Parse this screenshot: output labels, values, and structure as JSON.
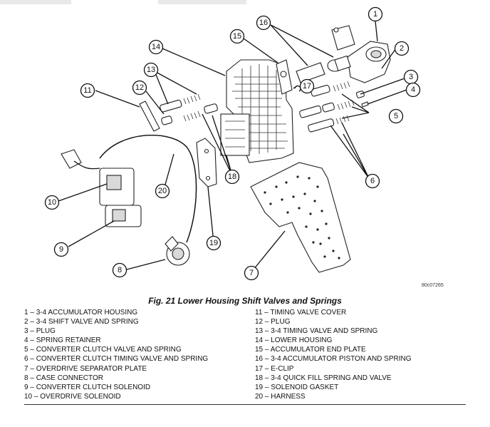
{
  "figure": {
    "caption": "Fig. 21 Lower Housing Shift Valves and Springs",
    "code": "80c07265"
  },
  "callouts": [
    "1",
    "2",
    "3",
    "4",
    "5",
    "6",
    "7",
    "8",
    "9",
    "10",
    "11",
    "12",
    "13",
    "14",
    "15",
    "16",
    "17",
    "18",
    "19",
    "20"
  ],
  "legend": {
    "left": [
      {
        "num": "1",
        "dash": "–",
        "text": "3-4 ACCUMULATOR HOUSING"
      },
      {
        "num": "2",
        "dash": "–",
        "text": "3-4 SHIFT VALVE AND SPRING"
      },
      {
        "num": "3",
        "dash": "–",
        "text": "PLUG"
      },
      {
        "num": "4",
        "dash": "–",
        "text": "SPRING RETAINER"
      },
      {
        "num": "5",
        "dash": "–",
        "text": "CONVERTER CLUTCH VALVE AND SPRING"
      },
      {
        "num": "6",
        "dash": "–",
        "text": "CONVERTER CLUTCH TIMING VALVE AND SPRING"
      },
      {
        "num": "7",
        "dash": "–",
        "text": "OVERDRIVE SEPARATOR PLATE"
      },
      {
        "num": "8",
        "dash": "–",
        "text": "CASE CONNECTOR"
      },
      {
        "num": "9",
        "dash": "–",
        "text": "CONVERTER CLUTCH SOLENOID"
      },
      {
        "num": "10",
        "dash": "–",
        "text": "OVERDRIVE SOLENOID"
      }
    ],
    "right": [
      {
        "num": "11",
        "dash": "–",
        "text": "TIMING VALVE COVER"
      },
      {
        "num": "12",
        "dash": "–",
        "text": "PLUG"
      },
      {
        "num": "13",
        "dash": "–",
        "text": "3-4 TIMING VALVE AND SPRING"
      },
      {
        "num": "14",
        "dash": "–",
        "text": "LOWER HOUSING"
      },
      {
        "num": "15",
        "dash": "–",
        "text": "ACCUMULATOR END PLATE"
      },
      {
        "num": "16",
        "dash": "–",
        "text": "3-4 ACCUMULATOR PISTON AND SPRING"
      },
      {
        "num": "17",
        "dash": "–",
        "text": "E-CLIP"
      },
      {
        "num": "18",
        "dash": "–",
        "text": "3-4 QUICK FILL SPRING AND VALVE"
      },
      {
        "num": "19",
        "dash": "–",
        "text": "SOLENOID GASKET"
      },
      {
        "num": "20",
        "dash": "–",
        "text": "HARNESS"
      }
    ]
  }
}
